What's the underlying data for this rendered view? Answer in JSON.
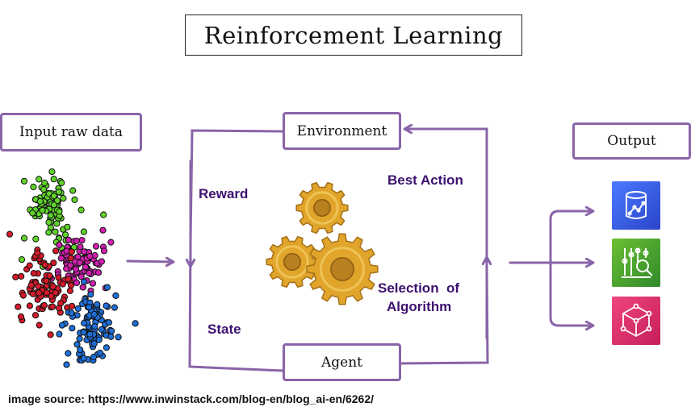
{
  "title": "Reinforcement Learning",
  "nodes": {
    "input": "Input raw data",
    "environment": "Environment",
    "agent": "Agent",
    "output": "Output"
  },
  "edge_labels": {
    "reward": "Reward",
    "best_action": "Best Action",
    "state": "State",
    "selection_line1": "Selection  of",
    "selection_line2": "Algorithm"
  },
  "caption": "image source: https://www.inwinstack.com/blog-en/blog_ai-en/6262/",
  "colors": {
    "stroke": "#8a64a8",
    "label": "#3d1170",
    "cluster_green": "#5fd32a",
    "cluster_magenta": "#d21fb0",
    "cluster_red": "#d41a2a",
    "cluster_blue": "#1f6fd8",
    "gear": "#e0a52a",
    "icon_database": "#2f56d8",
    "icon_analytics": "#3f9a2c",
    "icon_cube": "#d8316b"
  },
  "icons": [
    "database-chart-icon",
    "analytics-magnifier-icon",
    "cube-nodes-icon"
  ]
}
